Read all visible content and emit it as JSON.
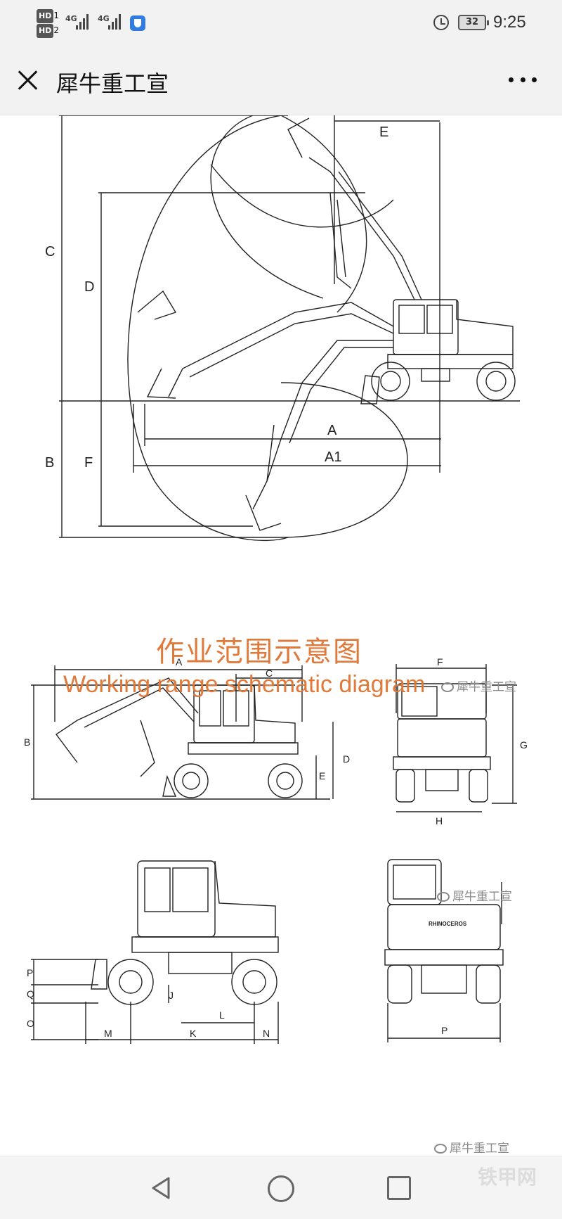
{
  "status_bar": {
    "hd1": "HD",
    "hd1_sub": "1",
    "hd2": "HD",
    "hd2_sub": "2",
    "signal1": "4G",
    "signal2": "4G",
    "battery": "32",
    "time": "9:25"
  },
  "header": {
    "title": "犀牛重工宣"
  },
  "diagram_top": {
    "labels": [
      "E",
      "C",
      "D",
      "B",
      "F",
      "A",
      "A1"
    ]
  },
  "captions": {
    "chinese": "作业范围示意图",
    "english": "Working range schematic diagram"
  },
  "watermark": "犀牛重工宣",
  "side_view_labels": [
    "A",
    "C",
    "B",
    "D",
    "E"
  ],
  "front_view_labels": [
    "F",
    "G",
    "H"
  ],
  "bottom_side_labels": [
    "P",
    "Q",
    "O",
    "J",
    "L",
    "M",
    "K",
    "N"
  ],
  "bottom_front_labels": [
    "P"
  ],
  "badge_text": "RHINOCEROS",
  "site_watermark": "铁甲网",
  "colors": {
    "caption": "#e07a3a",
    "line": "#222222",
    "bar_bg": "#f2f2f2"
  }
}
